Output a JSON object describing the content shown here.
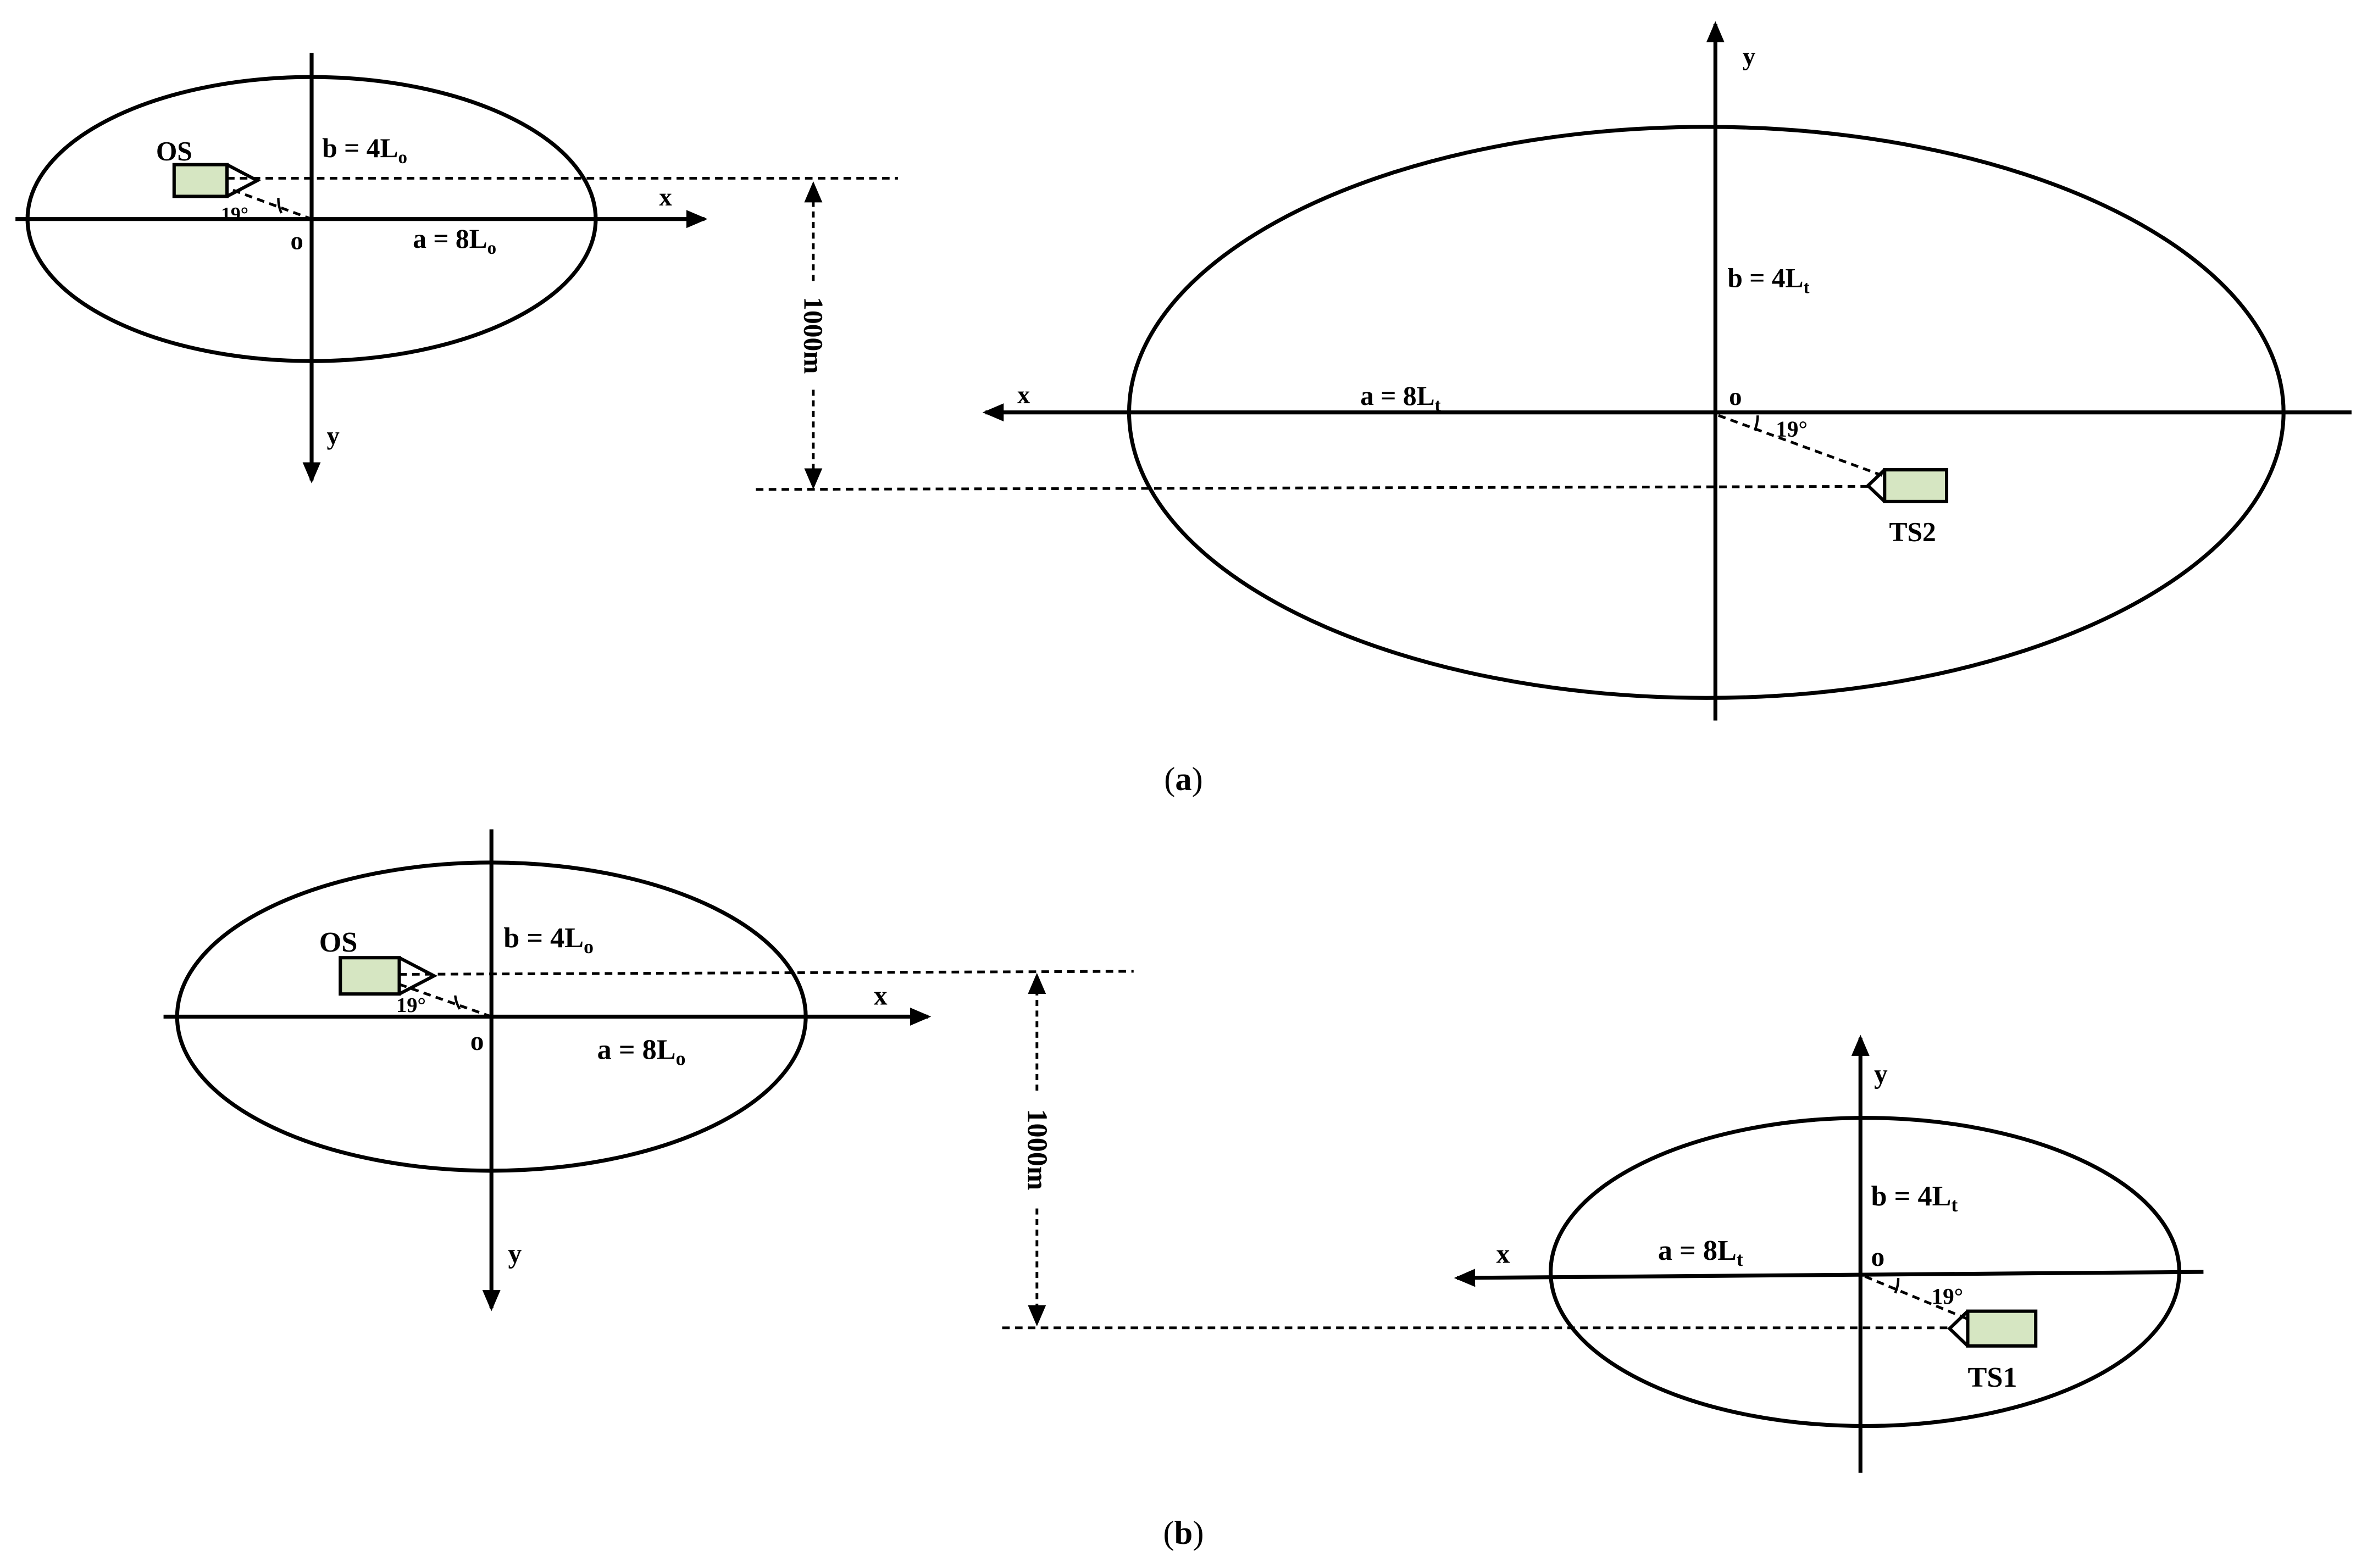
{
  "panel_a": {
    "own_ship": {
      "ship_label": "OS",
      "axis_x_label": "x",
      "axis_y_label": "y",
      "origin_label": "o",
      "semi_major_label": "a = 8L",
      "semi_major_subscript": "o",
      "semi_minor_label": "b = 4L",
      "semi_minor_subscript": "o",
      "angle_label": "19°"
    },
    "target_ship": {
      "ship_label": "TS2",
      "axis_x_label": "x",
      "axis_y_label": "y",
      "origin_label": "o",
      "semi_major_label": "a = 8L",
      "semi_major_subscript": "t",
      "semi_minor_label": "b = 4L",
      "semi_minor_subscript": "t",
      "angle_label": "19°"
    },
    "distance_label": "1000m",
    "caption_open": "(",
    "caption_letter": "a",
    "caption_close": ")"
  },
  "panel_b": {
    "own_ship": {
      "ship_label": "OS",
      "axis_x_label": "x",
      "axis_y_label": "y",
      "origin_label": "o",
      "semi_major_label": "a = 8L",
      "semi_major_subscript": "o",
      "semi_minor_label": "b = 4L",
      "semi_minor_subscript": "o",
      "angle_label": "19°"
    },
    "target_ship": {
      "ship_label": "TS1",
      "axis_x_label": "x",
      "axis_y_label": "y",
      "origin_label": "o",
      "semi_major_label": "a = 8L",
      "semi_major_subscript": "t",
      "semi_minor_label": "b = 4L",
      "semi_minor_subscript": "t",
      "angle_label": "19°"
    },
    "distance_label": "1000m",
    "caption_open": "(",
    "caption_letter": "b",
    "caption_close": ")"
  },
  "colors": {
    "ship_fill": "#d6e6c2",
    "line": "#000000",
    "background": "#ffffff"
  }
}
